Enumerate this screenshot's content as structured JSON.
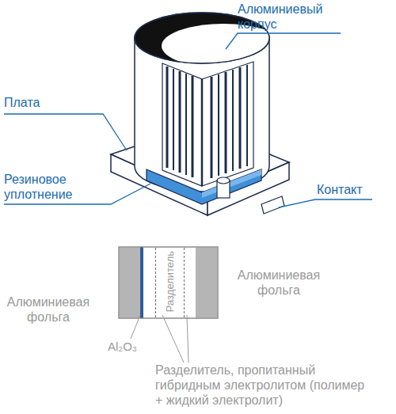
{
  "diagram": {
    "nodes": [
      {
        "text": [
          "Разделитель"
        ]
      }
    ],
    "labels": [
      "Алюминиевый корпус",
      "Плата",
      "Резиновое уплотнение",
      "Контакт",
      "Алюминиевая фольга",
      "Алюминиевая фольга",
      "Al₂O₃",
      "Разделитель, пропитанный гибридным электролитом (полимер + жидкий электролит)"
    ]
  }
}
